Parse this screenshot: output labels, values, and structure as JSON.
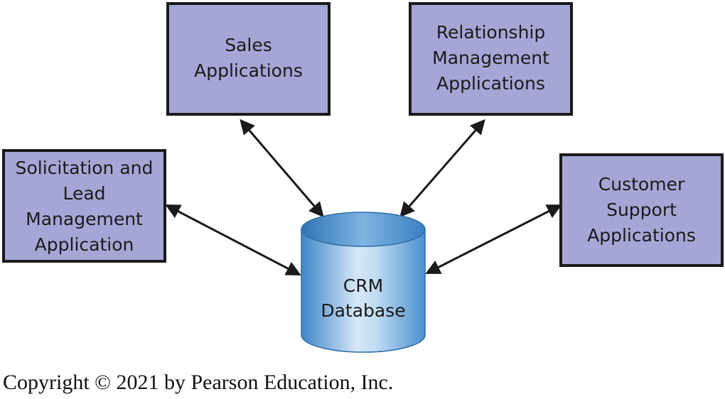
{
  "diagram": {
    "nodes": {
      "sales": {
        "lines": [
          "Sales",
          "Applications"
        ]
      },
      "relationship": {
        "lines": [
          "Relationship",
          "Management",
          "Applications"
        ]
      },
      "solicitation": {
        "lines": [
          "Solicitation and",
          "Lead",
          "Management",
          "Application"
        ]
      },
      "support": {
        "lines": [
          "Customer",
          "Support",
          "Applications"
        ]
      },
      "database": {
        "lines": [
          "CRM",
          "Database"
        ]
      }
    },
    "edges": [
      {
        "from": "sales",
        "to": "database",
        "direction": "both"
      },
      {
        "from": "relationship",
        "to": "database",
        "direction": "both"
      },
      {
        "from": "solicitation",
        "to": "database",
        "direction": "both"
      },
      {
        "from": "support",
        "to": "database",
        "direction": "both"
      }
    ],
    "colors": {
      "box_fill": "#a6a6d6",
      "box_border": "#1a1a1a",
      "db_light": "#d6e8f7",
      "db_mid": "#8cbde6",
      "db_dark": "#4a90cf",
      "arrow": "#1a1a1a"
    }
  },
  "footer": {
    "copyright": "Copyright © 2021 by Pearson Education, Inc."
  }
}
